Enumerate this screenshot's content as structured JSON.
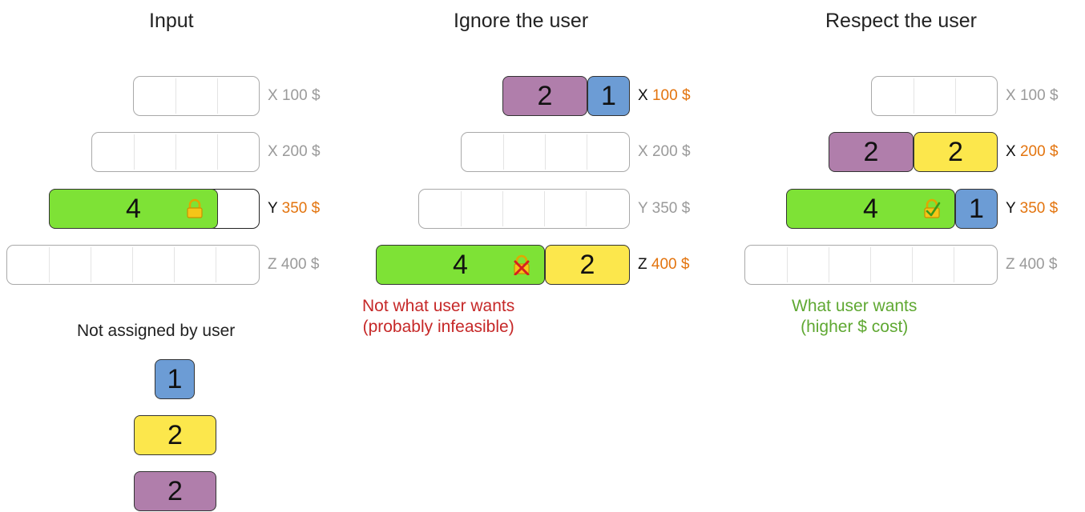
{
  "columns": {
    "input": {
      "title": "Input"
    },
    "ignore": {
      "title": "Ignore the user"
    },
    "respect": {
      "title": "Respect the user"
    }
  },
  "rows": [
    {
      "letter": "X",
      "cost": "100 $"
    },
    {
      "letter": "X",
      "cost": "200 $"
    },
    {
      "letter": "Y",
      "cost": "350 $"
    },
    {
      "letter": "Z",
      "cost": "400 $"
    }
  ],
  "items": {
    "green_4": "4",
    "blue_1": "1",
    "yellow_2": "2",
    "purple_2": "2"
  },
  "unassigned": {
    "label": "Not assigned by user"
  },
  "ignore_note": {
    "line1": "Not what user wants",
    "line2": "(probably infeasible)"
  },
  "respect_note": {
    "line1": "What user wants",
    "line2": "(higher $ cost)"
  },
  "colors": {
    "green": "#7ee236",
    "blue": "#6c9cd5",
    "yellow": "#fce74c",
    "purple": "#b07eab",
    "highlight_cost": "#e3740e",
    "bad_note": "#c62828",
    "good_note": "#5fa832"
  },
  "icons": {
    "locked": "lock-icon",
    "broken": "broken-lock-icon",
    "kept": "checked-lock-icon"
  }
}
